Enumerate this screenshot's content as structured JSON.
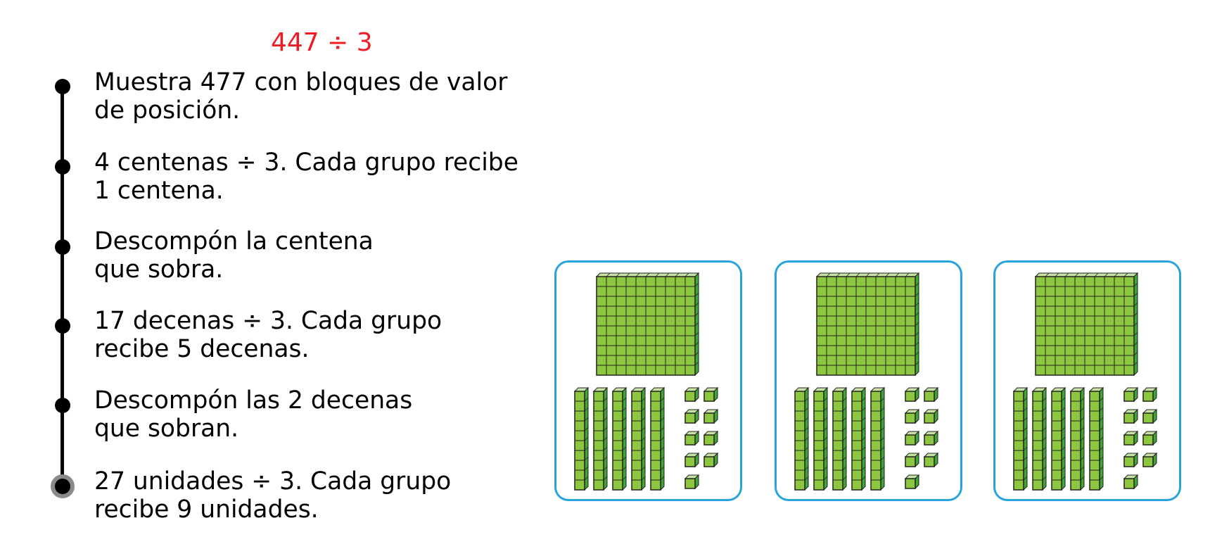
{
  "title": "447 ÷ 3",
  "steps": [
    {
      "line1": "Muestra 477 con bloques de valor",
      "line2": "de posición."
    },
    {
      "line1": "4 centenas ÷ 3. Cada grupo recibe",
      "line2": "1 centena."
    },
    {
      "line1": "Descompón la centena",
      "line2": "que sobra."
    },
    {
      "line1": "17 decenas ÷ 3. Cada grupo",
      "line2": "recibe 5 decenas."
    },
    {
      "line1": "Descompón las 2 decenas",
      "line2": "que sobran."
    },
    {
      "line1": "27 unidades ÷ 3. Cada grupo",
      "line2": "recibe 9 unidades."
    }
  ],
  "current_step": 6,
  "groups": [
    {
      "hundreds": 1,
      "tens": 5,
      "ones": 9
    },
    {
      "hundreds": 1,
      "tens": 5,
      "ones": 9
    },
    {
      "hundreds": 1,
      "tens": 5,
      "ones": 9
    }
  ],
  "colors": {
    "title": "#ed1c24",
    "border": "#29a3dd",
    "block_front": "#8dc63f",
    "block_side": "#3fa535",
    "block_top": "#c6e3a3"
  }
}
